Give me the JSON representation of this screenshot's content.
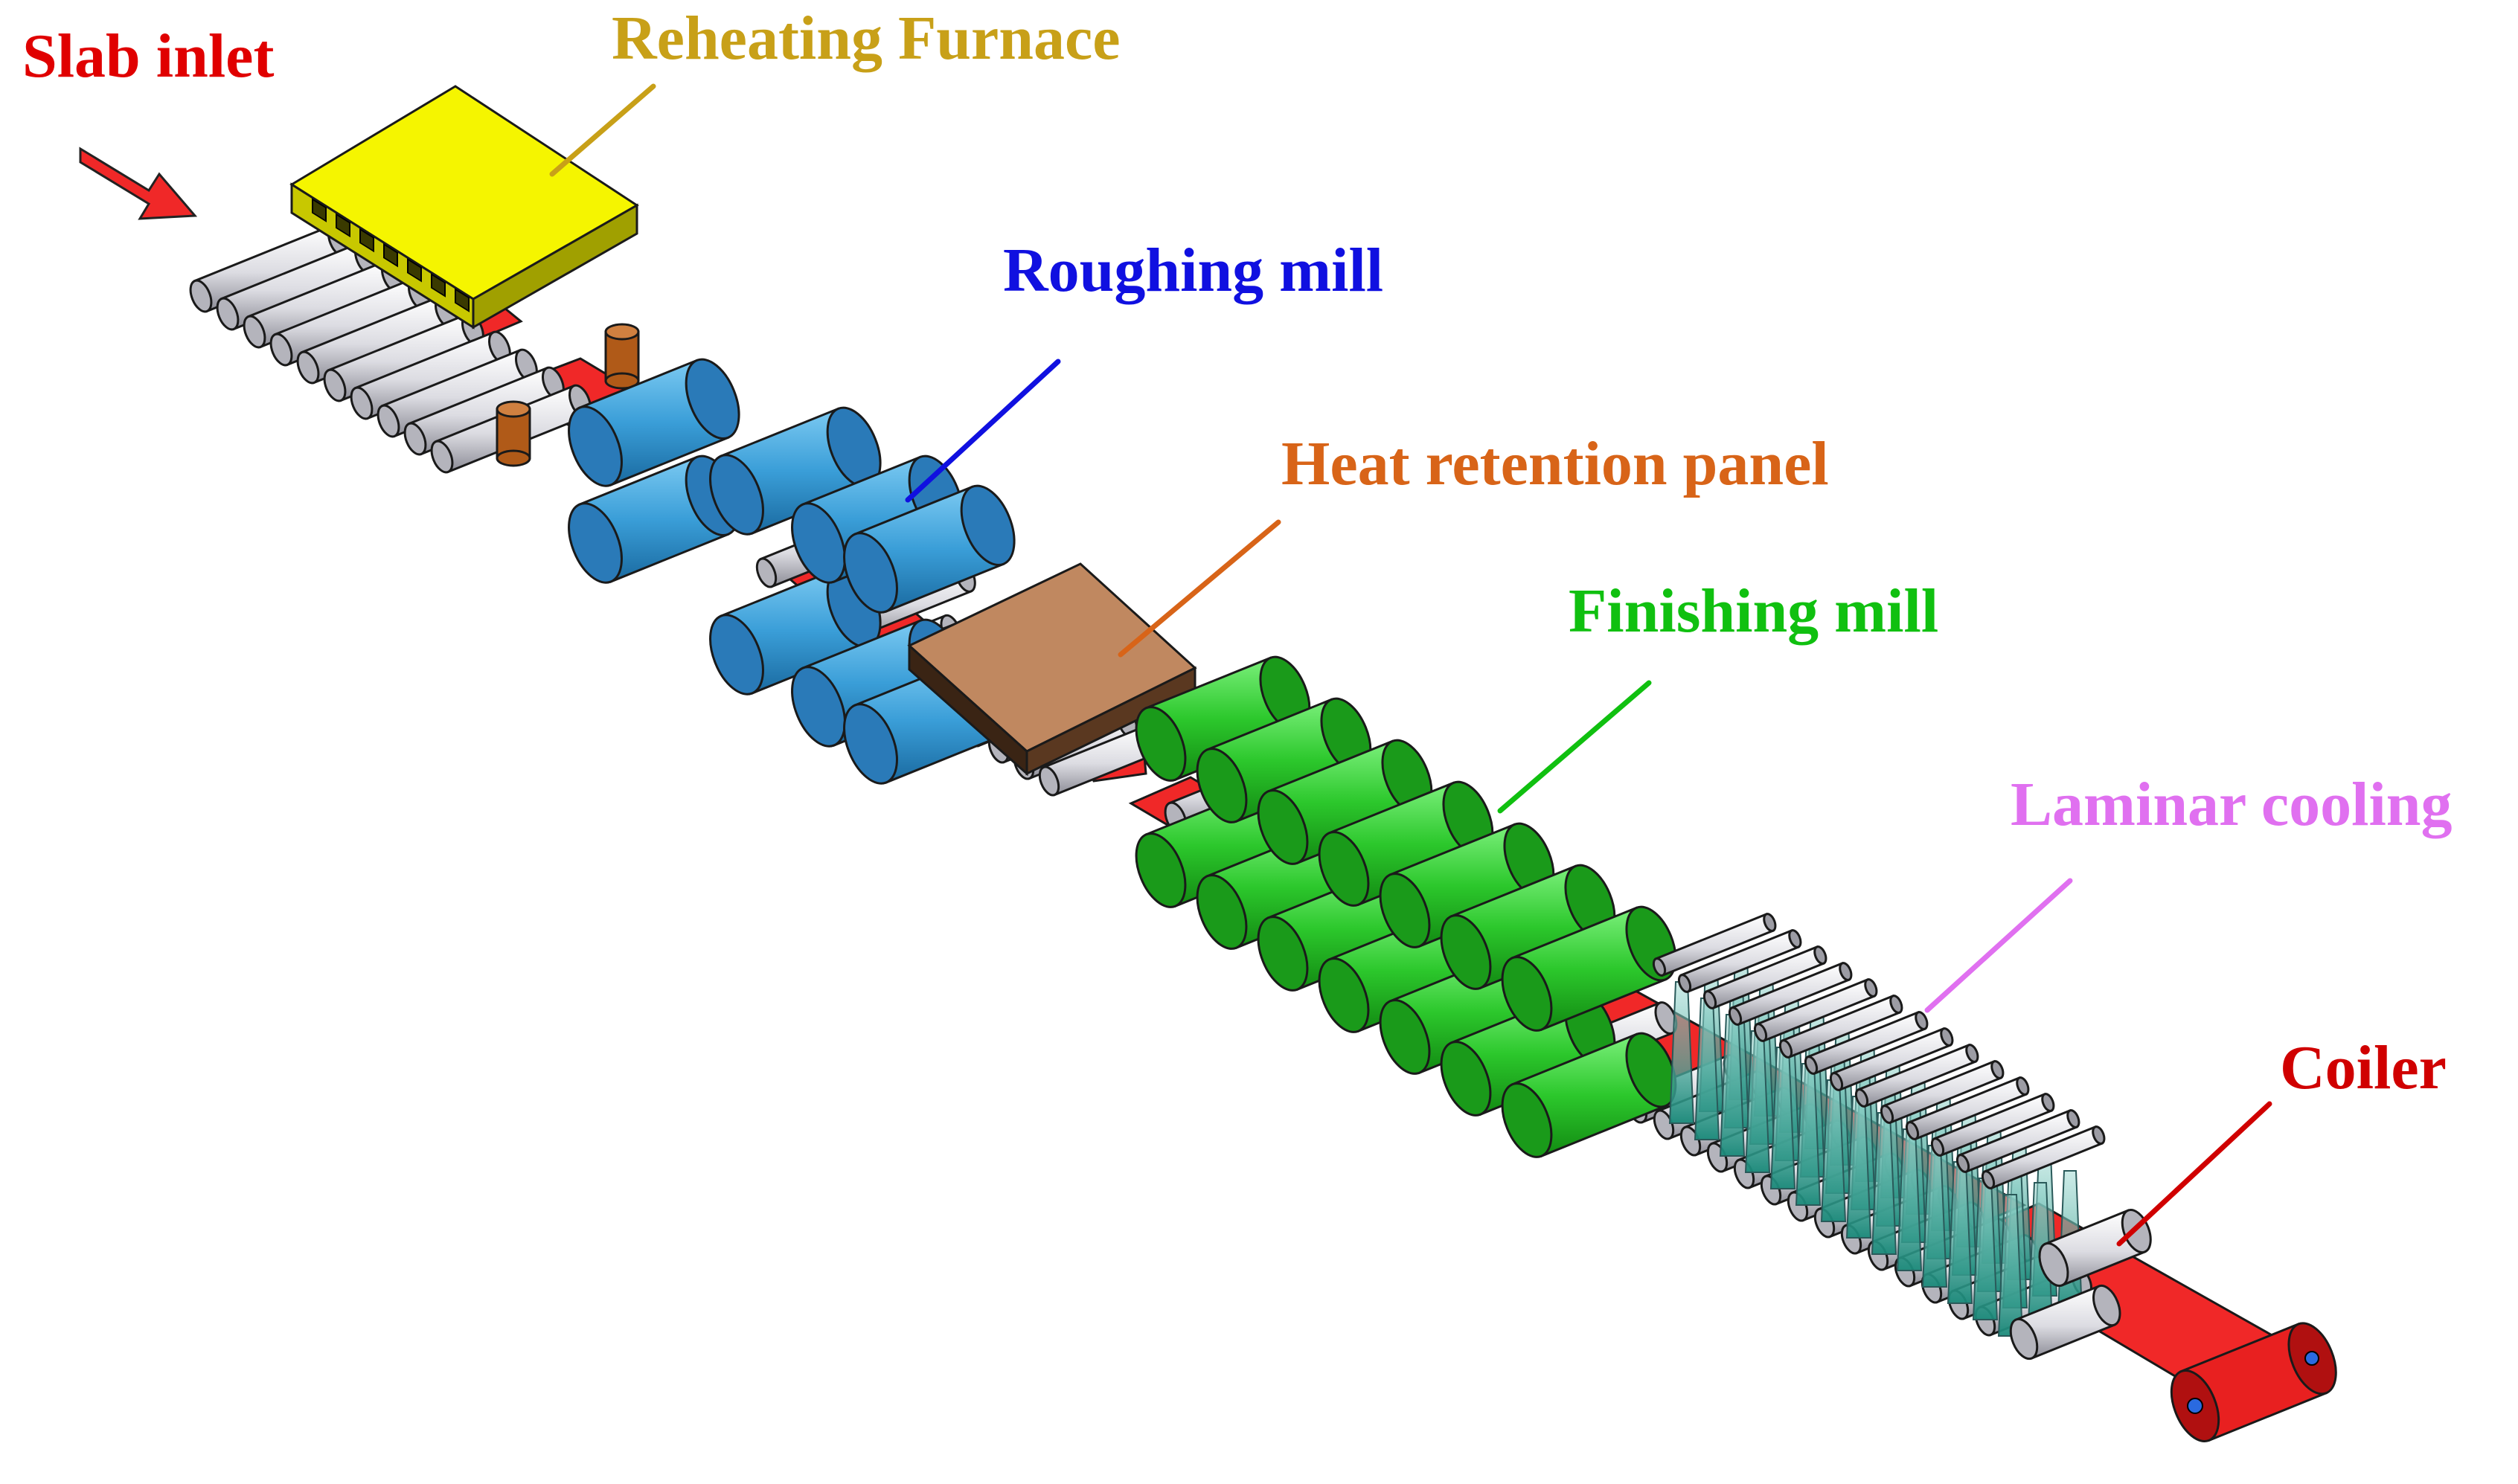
{
  "labels": {
    "slab_inlet": "Slab inlet",
    "reheating_furnace": "Reheating Furnace",
    "roughing_mill": "Roughing mill",
    "heat_retention_panel": "Heat retention panel",
    "finishing_mill": "Finishing mill",
    "laminar_cooling": "Laminar cooling",
    "coiler": "Coiler"
  },
  "colors": {
    "slab_inlet": "#e00000",
    "reheating_furnace": "#c8a018",
    "roughing_mill": "#1010e0",
    "heat_retention_panel": "#d86418",
    "finishing_mill": "#10c010",
    "laminar_cooling": "#e070f0",
    "coiler": "#d00000",
    "strip": "#f02828",
    "furnace": "#f5f500",
    "rough_roll": "#3ca0d8",
    "finish_roll": "#2cd02c",
    "table_roll": "#e8e8ec",
    "panel": "#c08860",
    "edger": "#b05a18"
  },
  "icons": {
    "inlet_arrow": "red-arrow-icon"
  }
}
